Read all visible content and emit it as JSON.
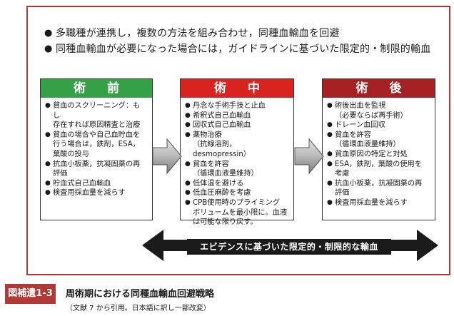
{
  "intro": {
    "items": [
      "多職種が連携し，複数の方法を組み合わせ，同種血輸血を回避",
      "同種血輸血が必要になった場合には，ガイドラインに基づいた限定的・制限的輸血"
    ]
  },
  "phases": {
    "pre": {
      "title": "術 前",
      "color": "#35a146",
      "items": [
        [
          "貧血のスクリーニング：もし",
          "存在すれば原因精査と治療"
        ],
        [
          "貧血の場合や自己血貯血を",
          "行う場合は，鉄剤，ESA，",
          "葉酸の投与"
        ],
        [
          "抗血小板薬，抗凝固薬の再",
          "評価"
        ],
        [
          "貯血式自己血輸血"
        ],
        [
          "検査用採血量を減らす"
        ]
      ]
    },
    "intra": {
      "title": "術 中",
      "color": "#d8231f",
      "items": [
        [
          "丹念な手術手技と止血"
        ],
        [
          "希釈式自己血輸血"
        ],
        [
          "回収式自己血輸血"
        ],
        [
          "薬物治療",
          "（抗線溶剤，desmopressin）"
        ],
        [
          "貧血を許容",
          "（循環血液量維持）"
        ],
        [
          "低体温を避ける"
        ],
        [
          "低血圧麻酔を考慮"
        ],
        [
          "CPB使用時のプライミング",
          "ボリュームを最小限に。血液",
          "は可能な限り戻す。"
        ]
      ]
    },
    "post": {
      "title": "術 後",
      "color": "#a52124",
      "items": [
        [
          "術後出血を監視",
          "（必要ならば再手術）"
        ],
        [
          "ドレーン血回収"
        ],
        [
          "貧血を許容",
          "（循環血液量維持）"
        ],
        [
          "貧血原因の特定と対処"
        ],
        [
          "ESA，鉄剤，葉酸の使用を",
          "考慮"
        ],
        [
          "抗血小板薬，抗凝固薬の再",
          "評価"
        ],
        [
          "検査用採血量を減らす"
        ]
      ]
    }
  },
  "evidence_label": "エビデンスに基づいた限定的・制限的な輸血",
  "figure": {
    "badge": "図補遺1-3",
    "title": "周術期における同種血輸血回避戦略",
    "note": "（文献 7 から引用。日本語に訳し一部改変）"
  }
}
